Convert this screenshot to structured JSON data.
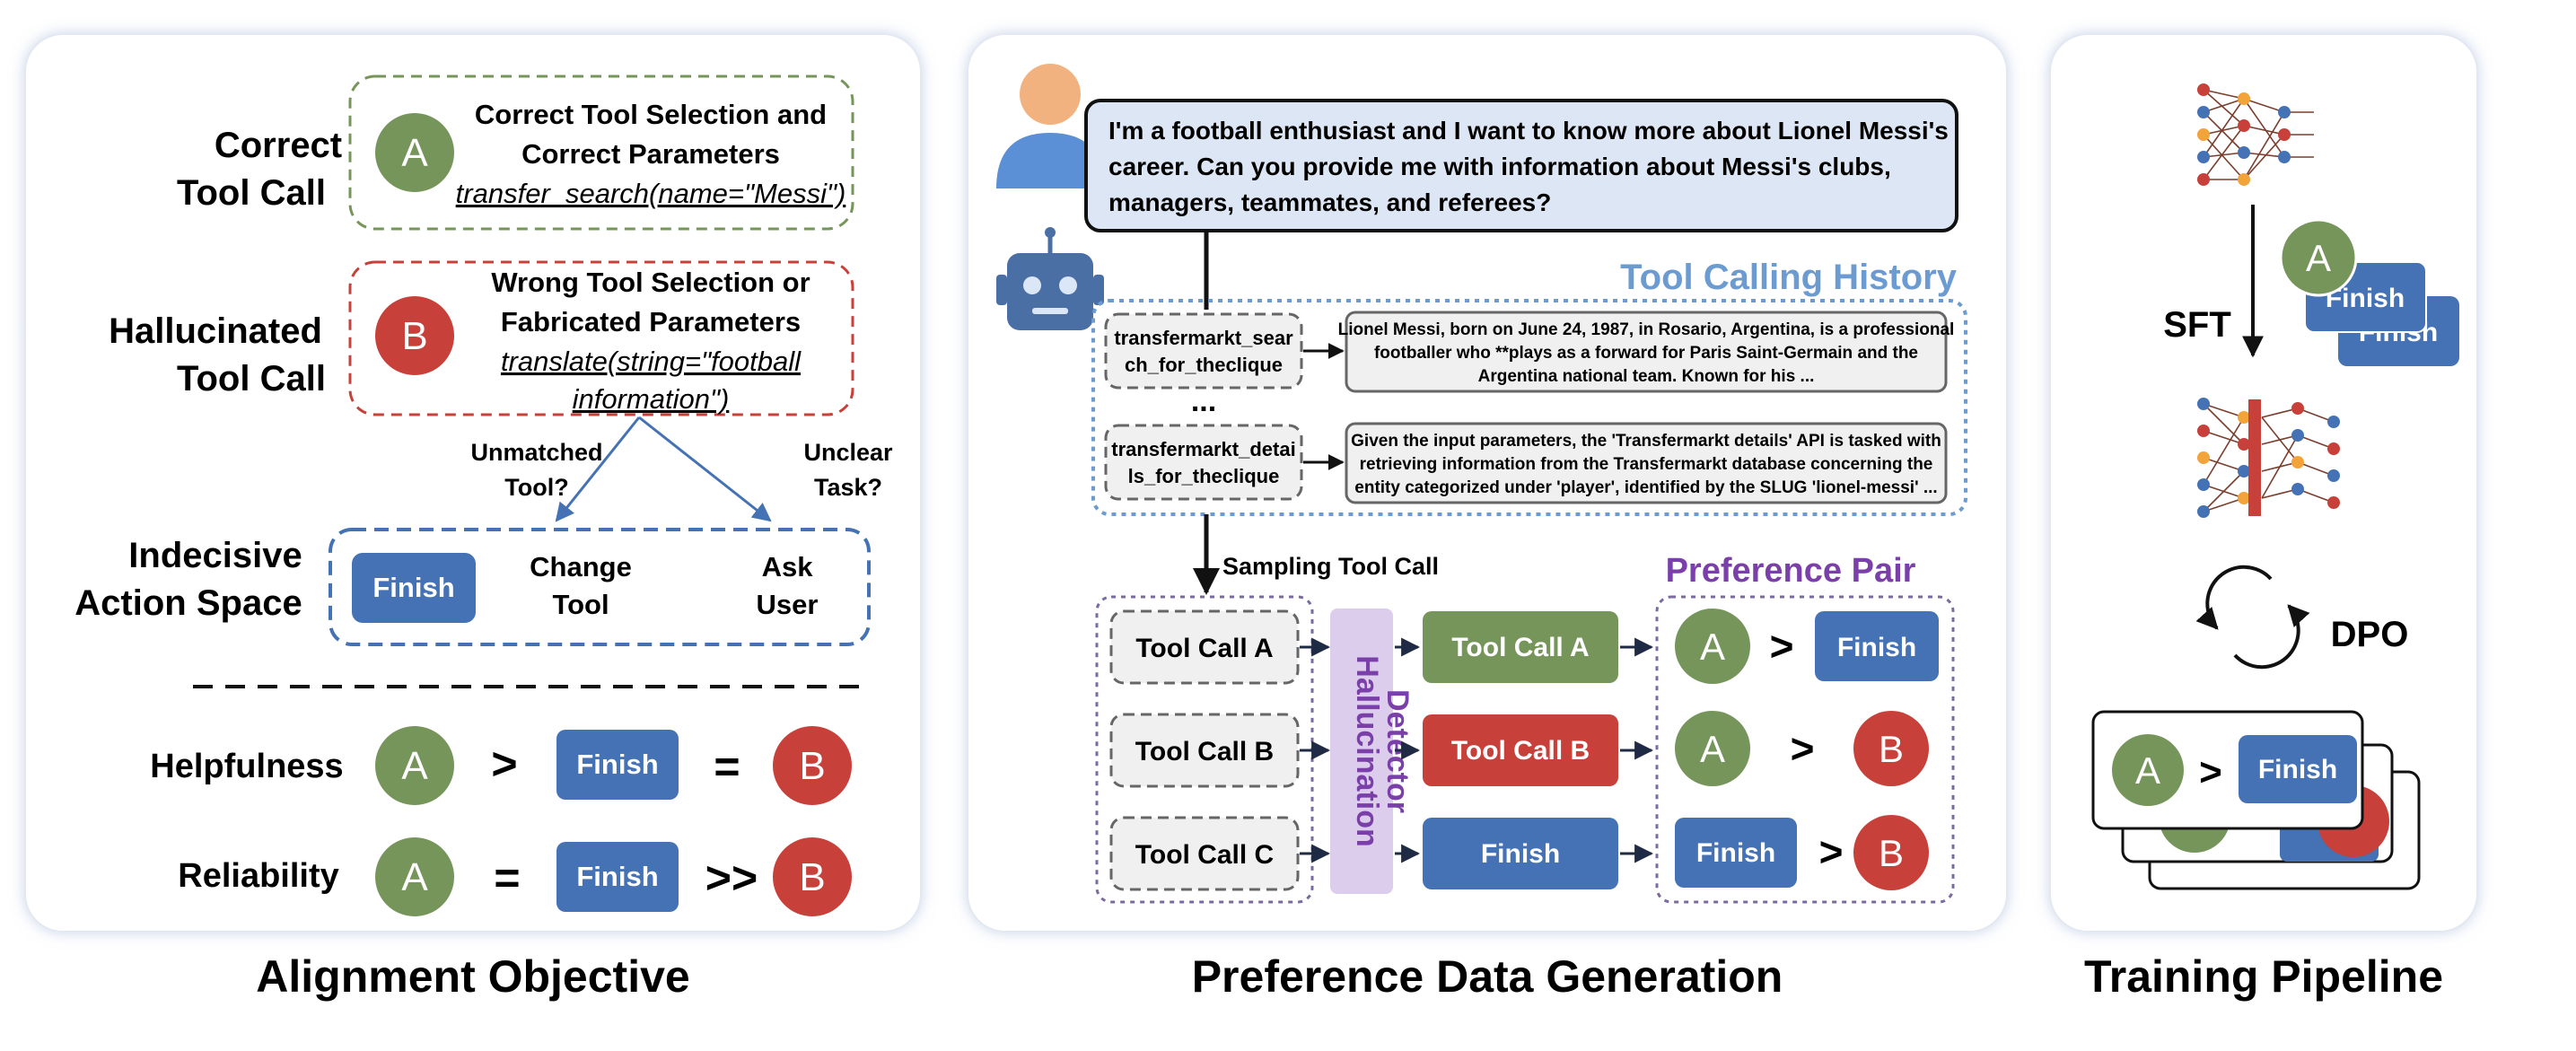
{
  "panel1": {
    "title": "Alignment Objective",
    "correct": {
      "label1": "Correct",
      "label2": "Tool Call",
      "badge": "A",
      "line1": "Correct Tool Selection and",
      "line2": "Correct Parameters",
      "code": "transfer_search(name=\"Messi\")"
    },
    "halluc": {
      "label1": "Hallucinated",
      "label2": "Tool Call",
      "badge": "B",
      "line1": "Wrong Tool Selection or",
      "line2": "Fabricated Parameters",
      "code1": "translate(string=\"football",
      "code2": "information\")"
    },
    "unmatched1": "Unmatched",
    "unmatched2": "Tool?",
    "unclear1": "Unclear",
    "unclear2": "Task?",
    "indecisive1": "Indecisive",
    "indecisive2": "Action Space",
    "finish": "Finish",
    "change1": "Change",
    "change2": "Tool",
    "ask1": "Ask",
    "ask2": "User",
    "helpfulness": {
      "label": "Helpfulness",
      "a": "A",
      "op1": ">",
      "finish": "Finish",
      "op2": "=",
      "b": "B"
    },
    "reliability": {
      "label": "Reliability",
      "a": "A",
      "op1": "=",
      "finish": "Finish",
      "op2": ">>",
      "b": "B"
    }
  },
  "panel2": {
    "title": "Preference Data Generation",
    "query": [
      "I'm a football enthusiast and I want to know more about Lionel Messi's",
      "career. Can you provide me with information about Messi's clubs,",
      "managers, teammates, and referees?"
    ],
    "history_title": "Tool Calling History",
    "tool1": [
      "transfermarkt_sear",
      "ch_for_theclique"
    ],
    "resp1": [
      "Lionel Messi, born on June 24, 1987, in Rosario, Argentina, is a professional",
      "footballer who **plays as a forward for Paris Saint-Germain and the",
      "Argentina national team. Known for his ..."
    ],
    "ellipsis": "...",
    "tool2": [
      "transfermarkt_detai",
      "ls_for_theclique"
    ],
    "resp2": [
      "Given the input parameters, the 'Transfermarkt details' API is tasked with",
      "retrieving information from the Transfermarkt database concerning the",
      "entity categorized under 'player', identified by the SLUG 'lionel-messi' ..."
    ],
    "sampling": "Sampling Tool Call",
    "calls": [
      "Tool Call  A",
      "Tool Call B",
      "Tool Call C"
    ],
    "detector1": "Hallucination",
    "detector2": "Detector",
    "outputs": [
      "Tool Call A",
      "Tool Call B",
      "Finish"
    ],
    "pair_title": "Preference Pair",
    "pairs": [
      {
        "left": "A",
        "op": ">",
        "right": "Finish"
      },
      {
        "left": "A",
        "op": ">",
        "right": "B"
      },
      {
        "left": "Finish",
        "op": ">",
        "right": "B"
      }
    ]
  },
  "panel3": {
    "title": "Training Pipeline",
    "badge": "A",
    "finish": "Finish",
    "sft": "SFT",
    "dpo": "DPO",
    "gt": ">"
  },
  "colors": {
    "green": "#76955a",
    "red": "#c7403a",
    "blue": "#4472b4",
    "history_blue": "#6b9bd0",
    "purple": "#7a3fa8",
    "detector_bg": "#dccdec",
    "query_bg": "#dde6f4"
  }
}
